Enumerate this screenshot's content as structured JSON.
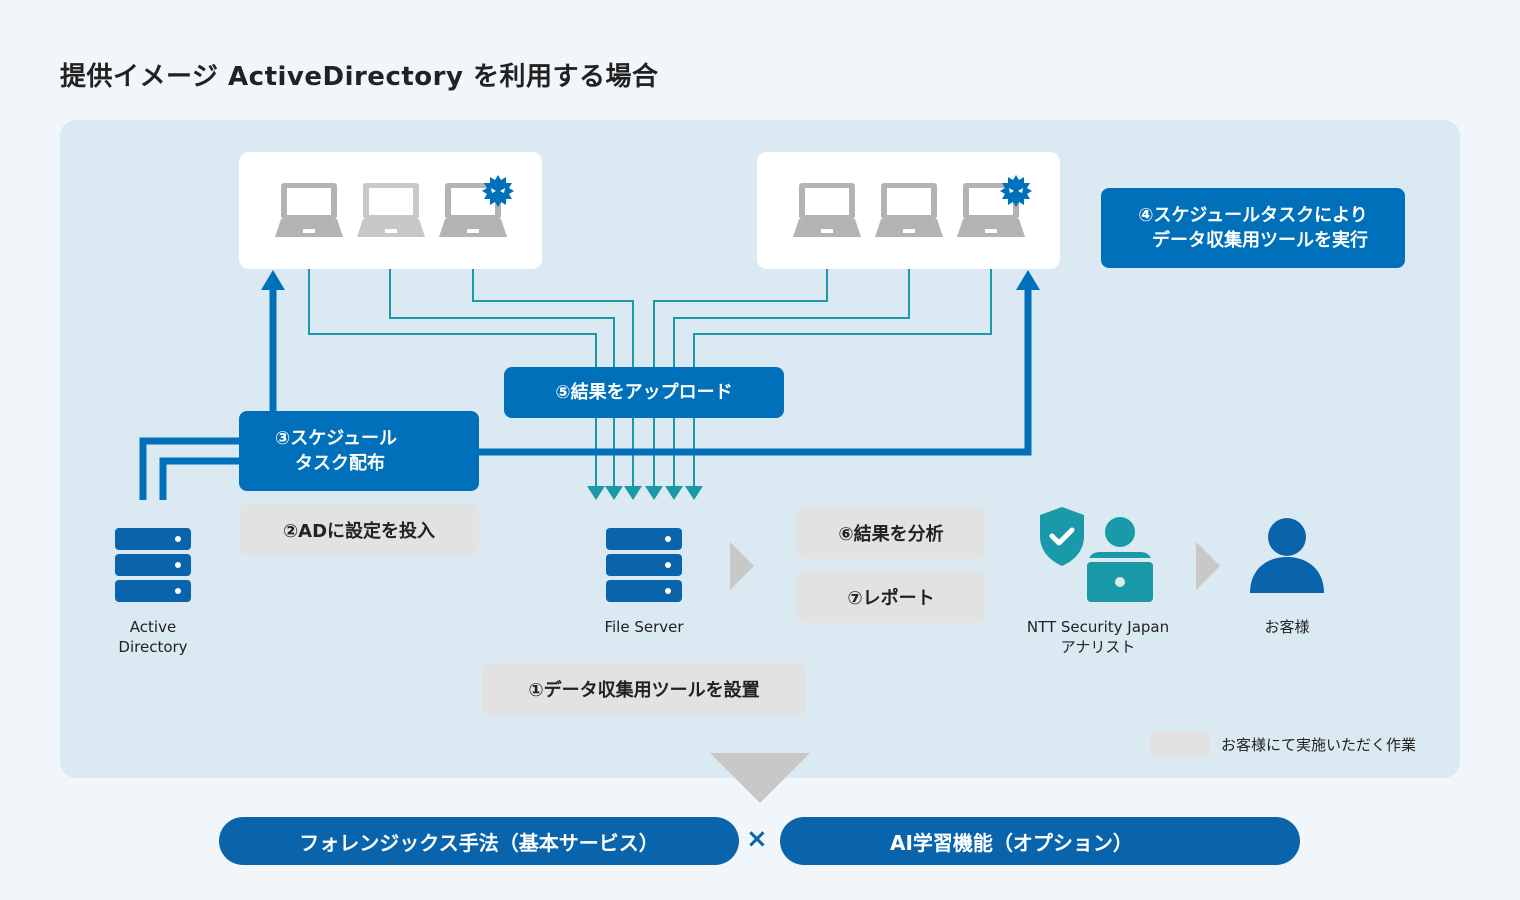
{
  "title": "提供イメージ ActiveDirectory を利用する場合",
  "steps": {
    "s1": "①データ収集用ツールを設置",
    "s2": "②ADに設定を投入",
    "s3_line1": "③スケジュール",
    "s3_line2": "タスク配布",
    "s4_line1": "④スケジュールタスクにより",
    "s4_line2": "データ収集用ツールを実行",
    "s5": "⑤結果をアップロード",
    "s6": "⑥結果を分析",
    "s7": "⑦レポート"
  },
  "nodes": {
    "active_directory_line1": "Active",
    "active_directory_line2": "Directory",
    "file_server": "File Server",
    "analyst_line1": "NTT Security Japan",
    "analyst_line2": "アナリスト",
    "customer": "お客様"
  },
  "legend": {
    "customer_task": "お客様にて実施いただく作業"
  },
  "bottom": {
    "basic_service": "フォレンジックス手法（基本サービス）",
    "times": "×",
    "ai_option": "AI学習機能（オプション）"
  },
  "colors": {
    "primary_blue": "#0070bb",
    "teal": "#1a9aa8",
    "gray_box": "#e2e2e2",
    "laptop_gray": "#b3b3b3"
  }
}
